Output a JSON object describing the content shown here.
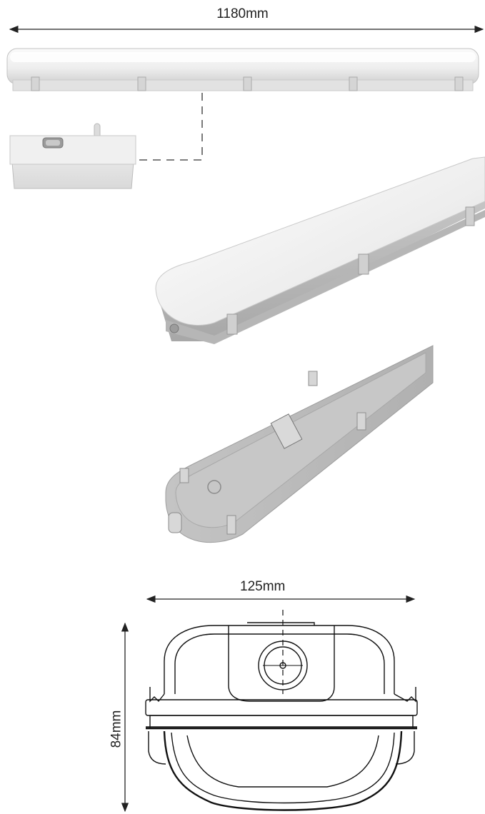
{
  "dimensions": {
    "length": "1180mm",
    "width": "125mm",
    "height": "84mm"
  },
  "colors": {
    "line": "#222222",
    "body_light": "#f2f2f2",
    "body_shadow": "#c9c9c9",
    "housing_grey": "#b8b8b8"
  }
}
